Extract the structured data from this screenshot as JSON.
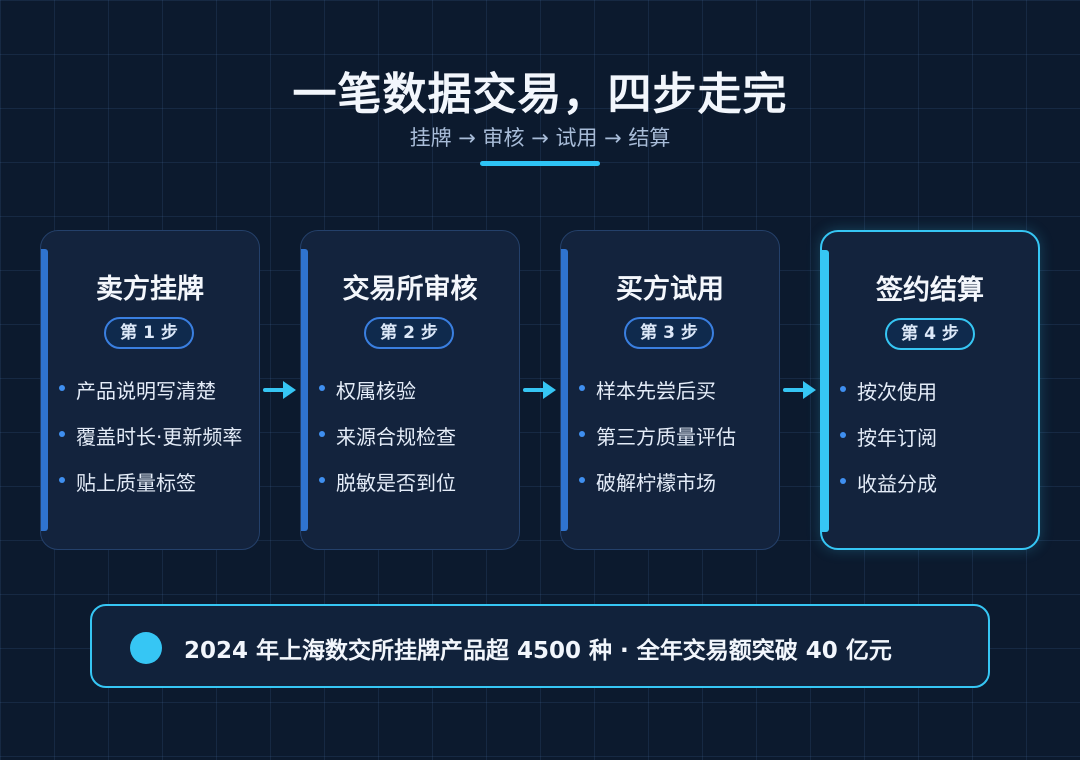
{
  "header": {
    "title": "一笔数据交易，四步走完",
    "subtitle": "挂牌 → 审核 → 试用 → 结算"
  },
  "steps": [
    {
      "title": "卖方挂牌",
      "badge": "第 1 步",
      "items": [
        "产品说明写清楚",
        "覆盖时长·更新频率",
        "贴上质量标签"
      ]
    },
    {
      "title": "交易所审核",
      "badge": "第 2 步",
      "items": [
        "权属核验",
        "来源合规检查",
        "脱敏是否到位"
      ]
    },
    {
      "title": "买方试用",
      "badge": "第 3 步",
      "items": [
        "样本先尝后买",
        "第三方质量评估",
        "破解柠檬市场"
      ]
    },
    {
      "title": "签约结算",
      "badge": "第 4 步",
      "items": [
        "按次使用",
        "按年订阅",
        "收益分成"
      ]
    }
  ],
  "footer": {
    "text": "2024 年上海数交所挂牌产品超 4500 种 · 全年交易额突破 40 亿元"
  },
  "colors": {
    "background": "#0c1a2e",
    "card": "#13233d",
    "accent": "#36c6f4",
    "bar": "#2f73cf"
  }
}
